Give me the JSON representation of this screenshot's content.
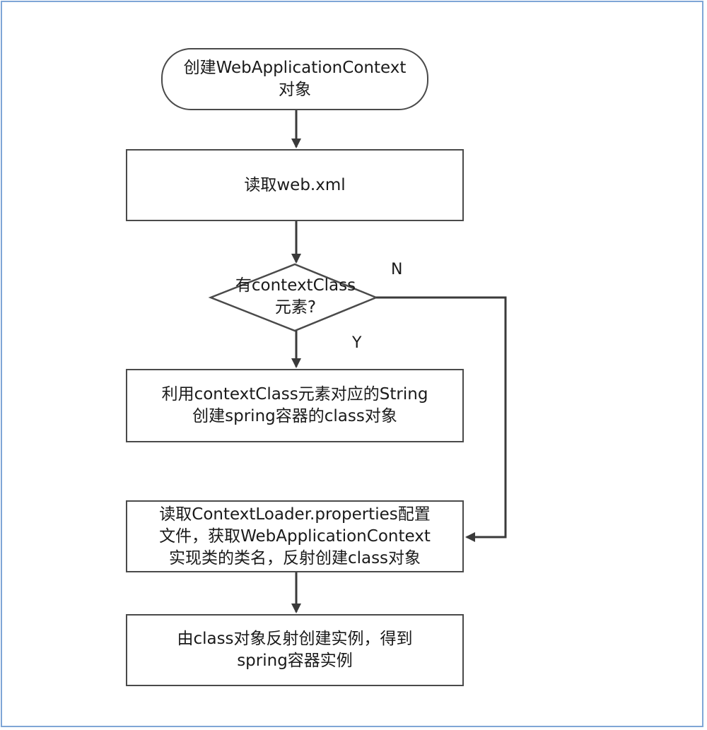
{
  "flowchart": {
    "start": {
      "lines": [
        "创建WebApplicationContext",
        "对象"
      ]
    },
    "read_web_xml": {
      "lines": [
        "读取web.xml"
      ]
    },
    "decision": {
      "lines": [
        "有contextClass",
        "元素?"
      ]
    },
    "branch_no_label": "N",
    "branch_yes_label": "Y",
    "use_context_class": {
      "lines": [
        "利用contextClass元素对应的String",
        "创建spring容器的class对象"
      ]
    },
    "read_properties": {
      "lines": [
        "读取ContextLoader.properties配置",
        "文件，获取WebApplicationContext",
        "实现类的类名，反射创建class对象"
      ]
    },
    "create_instance": {
      "lines": [
        "由class对象反射创建实例，得到",
        "spring容器实例"
      ]
    }
  },
  "colors": {
    "border": "#4a4a4a",
    "frame": "#7fa6d6",
    "text": "#1a1a1a"
  }
}
